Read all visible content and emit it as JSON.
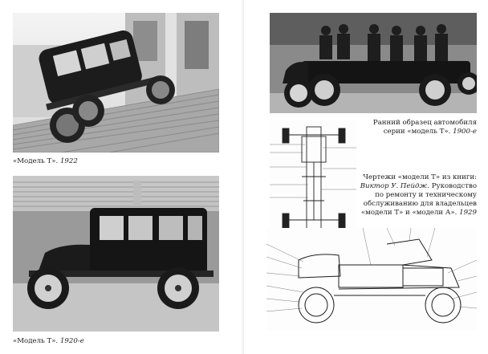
{
  "left_page": {
    "photo_1": {
      "alt_icon": "car-photo-icon"
    },
    "caption_1": {
      "text": "«Модель Т». ",
      "year": "1922"
    },
    "photo_2": {
      "alt_icon": "car-photo-icon"
    },
    "caption_2": {
      "text": "«Модель Т». ",
      "year": "1920-е"
    }
  },
  "right_page": {
    "photo_3": {
      "alt_icon": "car-photo-icon"
    },
    "caption_3": {
      "line1": "Ранний образец автомобиля",
      "line2_text": "серии «модель Т». ",
      "line2_year": "1900-е"
    },
    "caption_4": {
      "line1": "Чертежи «модели Т» из книги:",
      "line2_author": "Виктор У. Пейдж.",
      "line2_rest": " Руководство",
      "line3": "по ремонту и техническому",
      "line4": "обслуживанию для владельцев",
      "line5_text": "«модели Т» и «модели А». ",
      "line5_year": "1929"
    },
    "drawing_top": {
      "alt_icon": "chassis-drawing-icon"
    },
    "drawing_bottom": {
      "alt_icon": "car-cutaway-drawing-icon"
    }
  }
}
